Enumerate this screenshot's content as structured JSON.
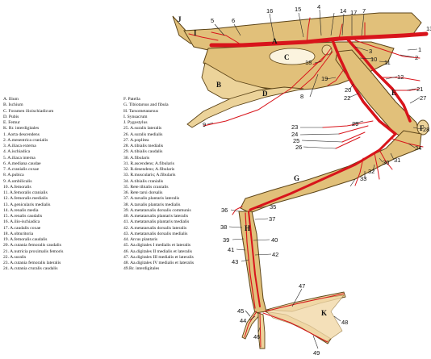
{
  "colors": {
    "bone": "#e1c07a",
    "bone_outline": "#5c4418",
    "artery": "#d8141b",
    "background": "#ffffff"
  },
  "legend_left": [
    "A. Ilium",
    "B. Ischium",
    "C. Foramen ilioischiadicum",
    "D. Pubis",
    "E. Femur",
    "K. Rr. interdigitales",
    "1. Aorta descendens",
    "2. A.mesentrica cranialis",
    "3. A.iliaca externa",
    "4. A.ischiadica",
    "5. A.iliaca interna",
    "6. A.mediana caudae",
    "7. A.cranialis coxae",
    "8. A.pubica",
    "9. A.umbilicalis",
    "10. A.femoralis",
    "11. A.femoralis cranialis",
    "12. A.femoralis medialis",
    "13. A.genicularis medialis",
    "14. A.renalis media",
    "15. A.renalis caudalis",
    "16. A.ilio-ischiadica",
    "17. A.caudalis coxae",
    "18. A.obturitoria",
    "19. A.femoralis caudalis",
    "20. A.cutania femoralis caudalis",
    "21. A.nutricia proximalis femoris",
    "22. A.suralis",
    "23. A.cutania femoralis lateralis",
    "24. A.cutania cruralis caudalis"
  ],
  "legend_mid": [
    "F. Patella",
    "G. Tibiotarsus and fibula",
    "H. Tarsometatarsus",
    "I. Synsacrum",
    "J. Pygostylus",
    "25. A.suralis lateralis",
    "26. A.suralis medialis",
    "27. A.poplitea",
    "28. A.tibialis medialis",
    "29. A.tibialis caudalis",
    "30. A.fibularis",
    "31. R.ascendens; A.fibularis",
    "32. R.desendens; A.fibularis",
    "33. R.muscularis; A.fibularis",
    "34. A.tibialis cranialis",
    "35. Rete tibialis cranialis",
    "36. Rete tarsi dorsalis",
    "37. A.tarsalis plantaris lateralis",
    "38. A.tarsalis plantaris medialis",
    "39. A.metatarsalis dorsalis communis",
    "40. A.metatarsalis plantaris lateralis",
    "41. A.metatarsalis plantaris medialis",
    "42. A.metatarsalis dorsalis lateralis",
    "43. A.metatarsalis dorsalis medialis",
    "44. Arcus plantaris",
    "45. Aa.digitales I  medialis et lateralis",
    "46. Aa.digitales II  medialis et lateralis",
    "47. Aa.digitales III  medialis et lateralis",
    "48. Aa.digitales IV medialis et lateralis",
    "49.Rr. interdigitales"
  ],
  "region_letters": [
    "I",
    "J",
    "A",
    "B",
    "C",
    "D",
    "E",
    "F",
    "G",
    "H",
    "K"
  ],
  "callouts": [
    "1",
    "2",
    "3",
    "4",
    "5",
    "6",
    "7",
    "8",
    "9",
    "10",
    "11",
    "12",
    "13",
    "14",
    "15",
    "16",
    "17",
    "18",
    "19",
    "20",
    "21",
    "22",
    "23",
    "24",
    "25",
    "26",
    "27",
    "28",
    "29",
    "30",
    "31",
    "32",
    "33",
    "34",
    "35",
    "36",
    "37",
    "38",
    "39",
    "40",
    "41",
    "42",
    "43",
    "44",
    "45",
    "46",
    "47",
    "48",
    "49"
  ]
}
